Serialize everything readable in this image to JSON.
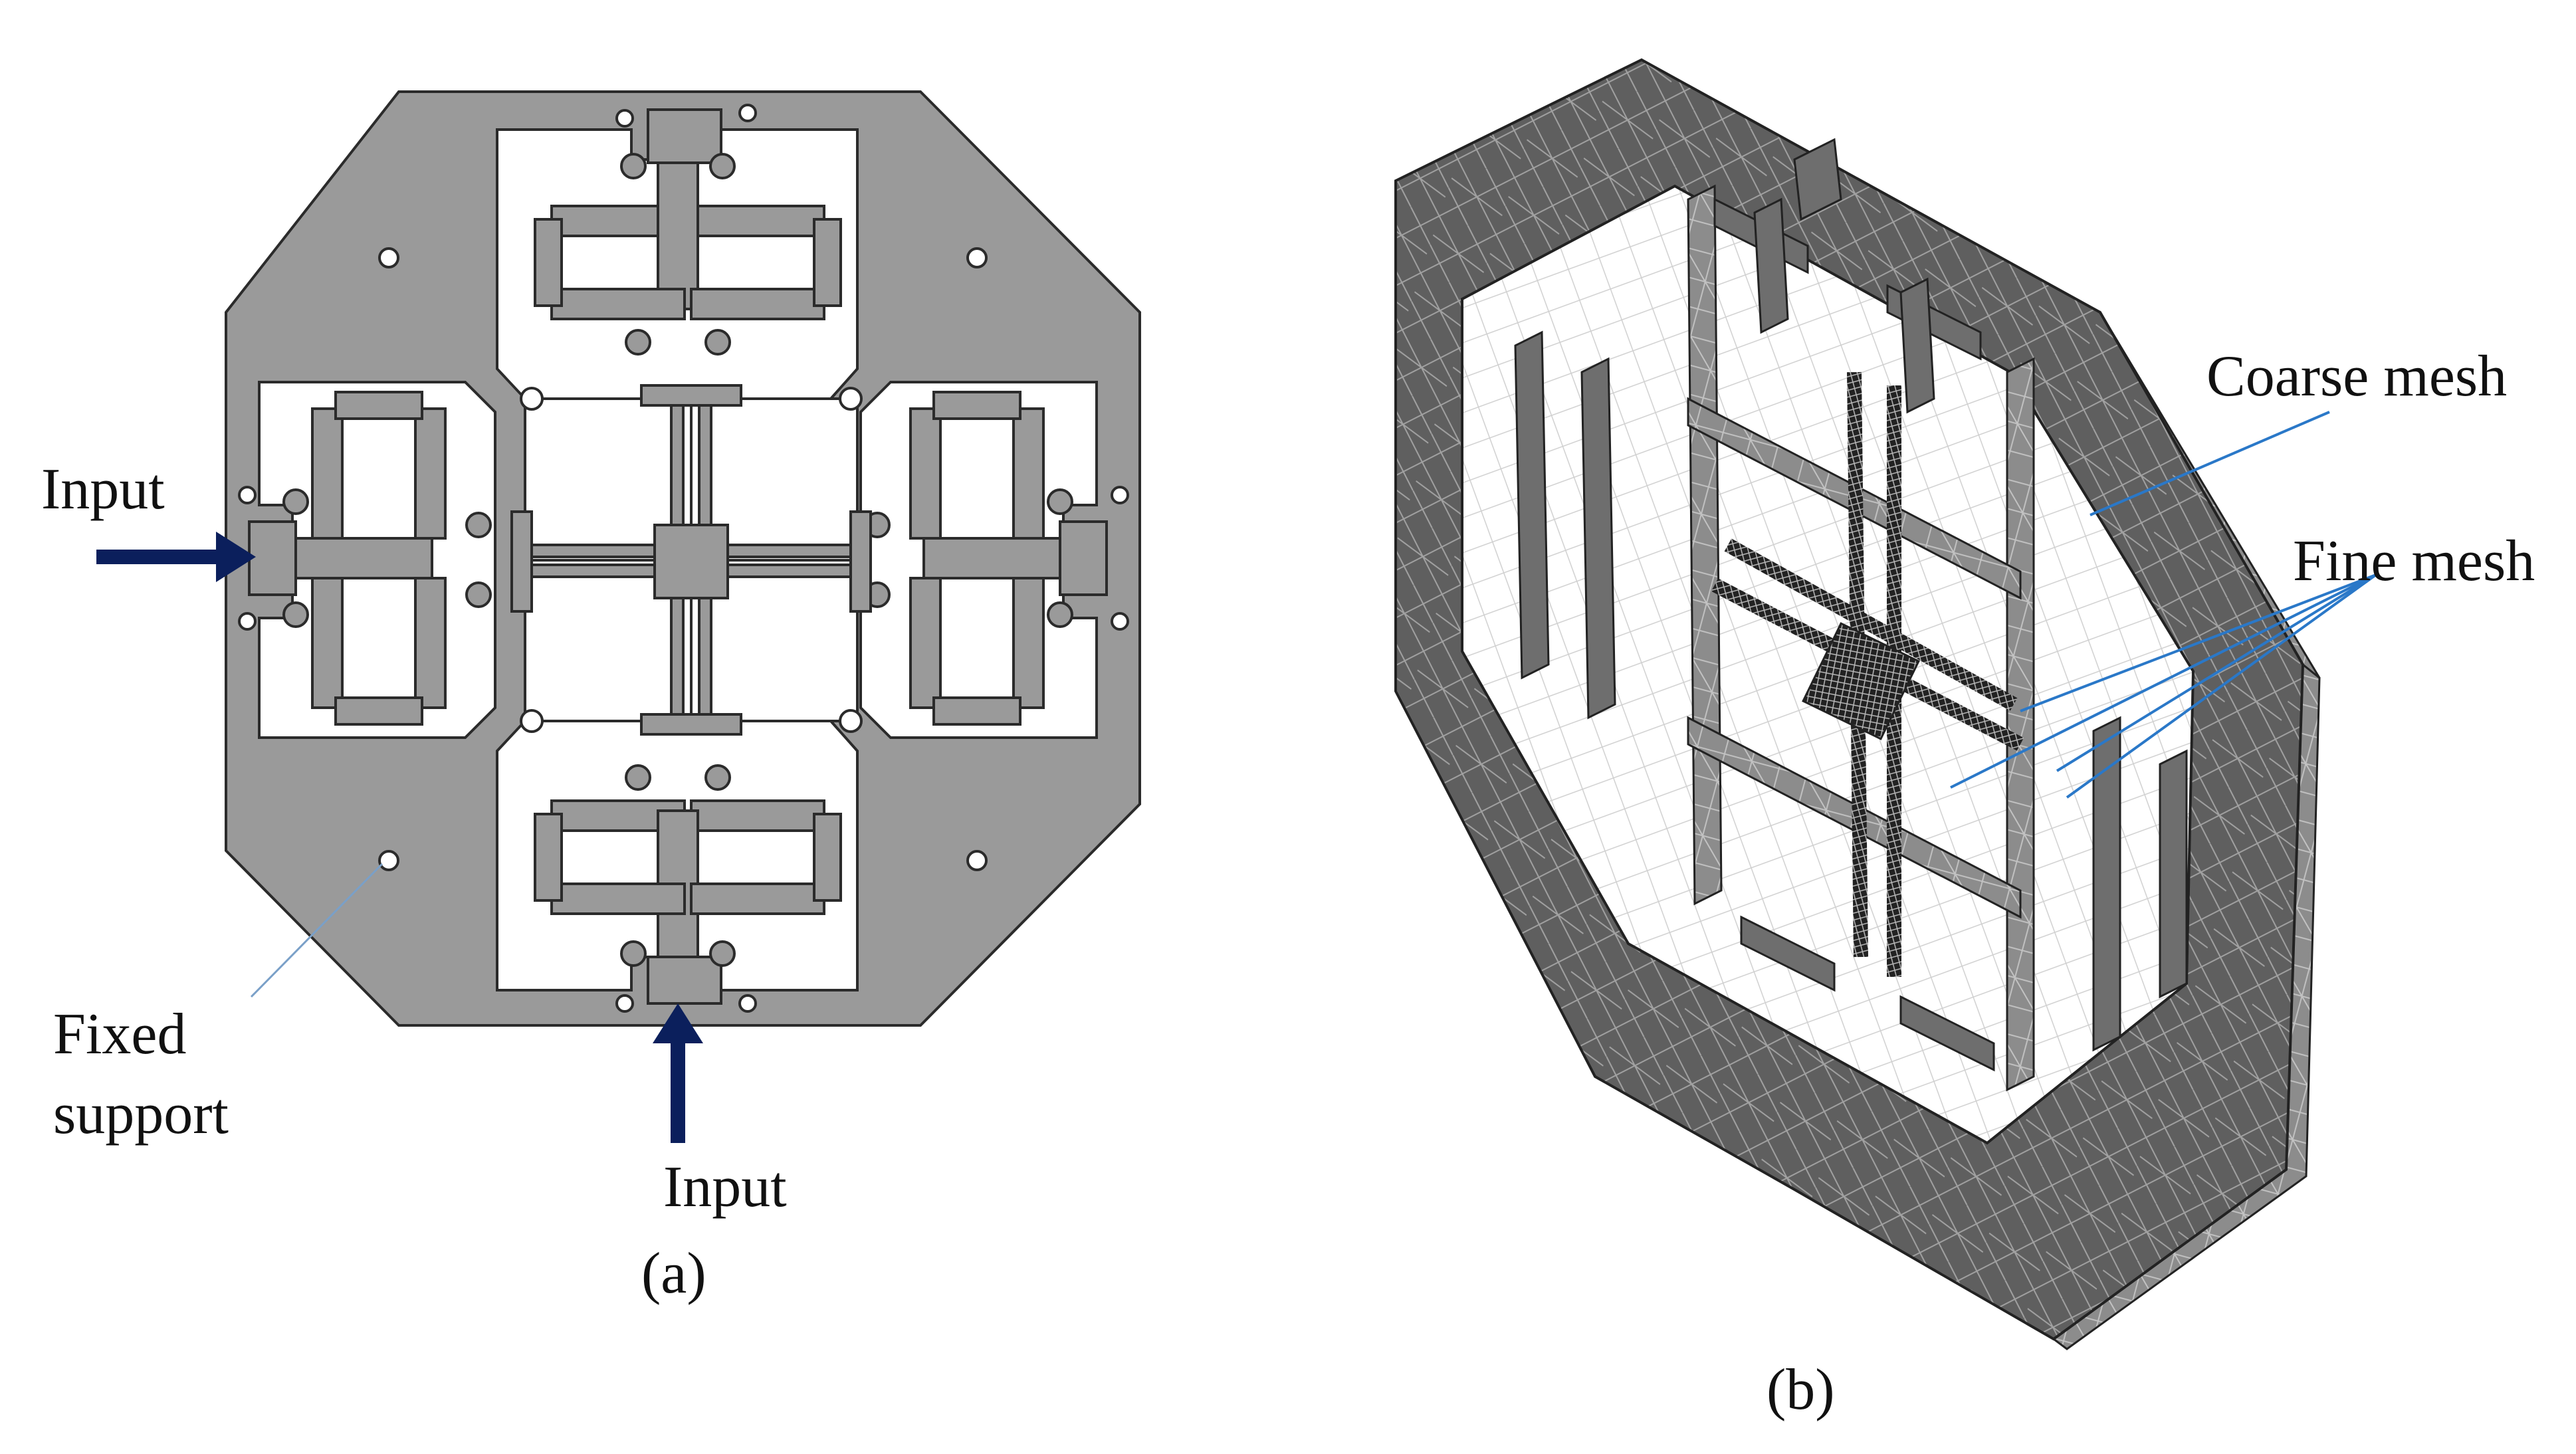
{
  "figure": {
    "panel_a": {
      "caption": "(a)",
      "labels": {
        "input_left": "Input",
        "input_bottom": "Input",
        "fixed_support_line1": "Fixed",
        "fixed_support_line2": "support"
      }
    },
    "panel_b": {
      "caption": "(b)",
      "labels": {
        "coarse_mesh": "Coarse mesh",
        "fine_mesh": "Fine mesh"
      }
    }
  },
  "colors": {
    "part_fill": "#9a9a9a",
    "part_outline": "#2b2b2b",
    "arrow": "#0b1f5c",
    "leader_blue": "#2a78c8",
    "leader_gray": "#7aa0c8",
    "mesh_top": "#6a6a6a",
    "mesh_side": "#8a8a8a",
    "mesh_dark": "#2a2a2a"
  }
}
